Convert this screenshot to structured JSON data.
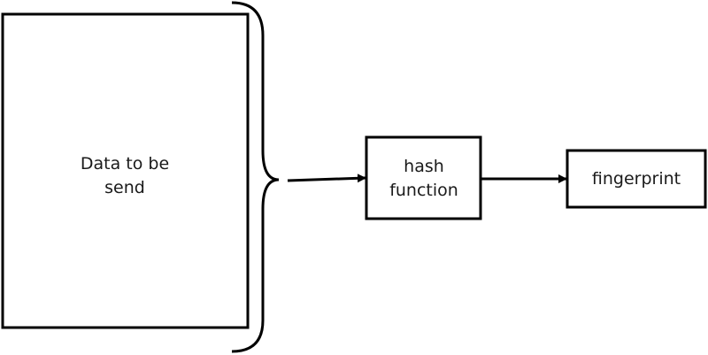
{
  "diagram": {
    "data_box": {
      "line1": "Data to be",
      "line2": "send"
    },
    "hash_box": {
      "line1": "hash",
      "line2": "function"
    },
    "fingerprint_box": {
      "label": "fingerprint"
    },
    "colors": {
      "stroke": "#000000",
      "text": "#1a1a1a",
      "background": "#ffffff"
    }
  }
}
